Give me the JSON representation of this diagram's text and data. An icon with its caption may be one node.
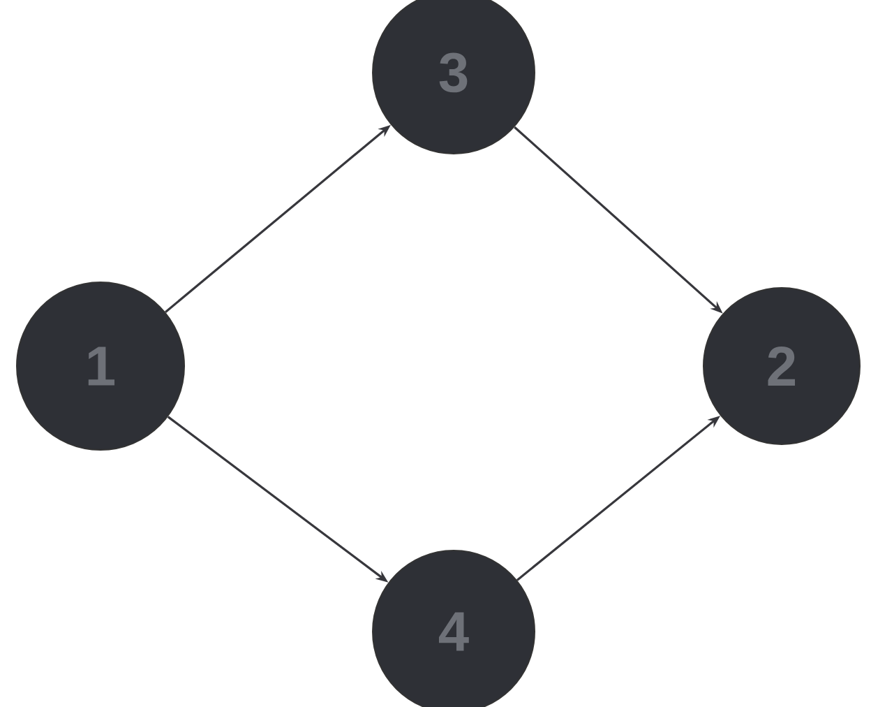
{
  "diagram": {
    "nodes": [
      {
        "text": [
          "3"
        ]
      },
      {
        "text": [
          "1"
        ]
      },
      {
        "text": [
          "2"
        ]
      },
      {
        "text": [
          "4"
        ]
      }
    ],
    "edges": [
      {
        "from": 1,
        "to": 0,
        "arrow": "to"
      },
      {
        "from": 0,
        "to": 2,
        "arrow": "to"
      },
      {
        "from": 1,
        "to": 3,
        "arrow": "to"
      },
      {
        "from": 3,
        "to": 2,
        "arrow": "to"
      }
    ]
  }
}
